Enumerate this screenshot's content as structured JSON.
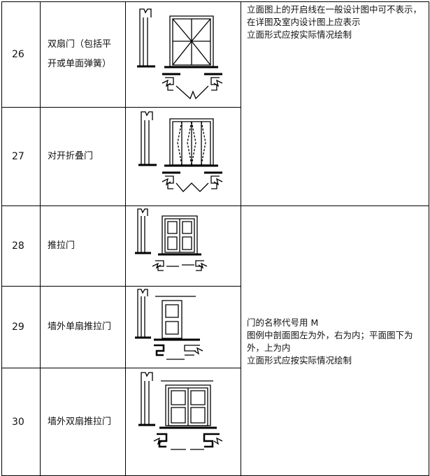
{
  "rows": [
    {
      "num": "26",
      "name": "双扇门（包括平开或单面弹簧）"
    },
    {
      "num": "27",
      "name": "对开折叠门"
    },
    {
      "num": "28",
      "name": "推拉门"
    },
    {
      "num": "29",
      "name": "墙外单扇推拉门"
    },
    {
      "num": "30",
      "name": "墙外双扇推拉门"
    }
  ],
  "notes": {
    "group1": [
      "立面图上的开启线在一般设计图中可不表示，在详图及室内设计图上应表示",
      "立面形式应按实际情况绘制"
    ],
    "group2": [
      "门的名称代号用 M",
      "图例中剖面图左为外，右为内；平面图下为外，上为内",
      "立面形式应按实际情况绘制"
    ]
  }
}
